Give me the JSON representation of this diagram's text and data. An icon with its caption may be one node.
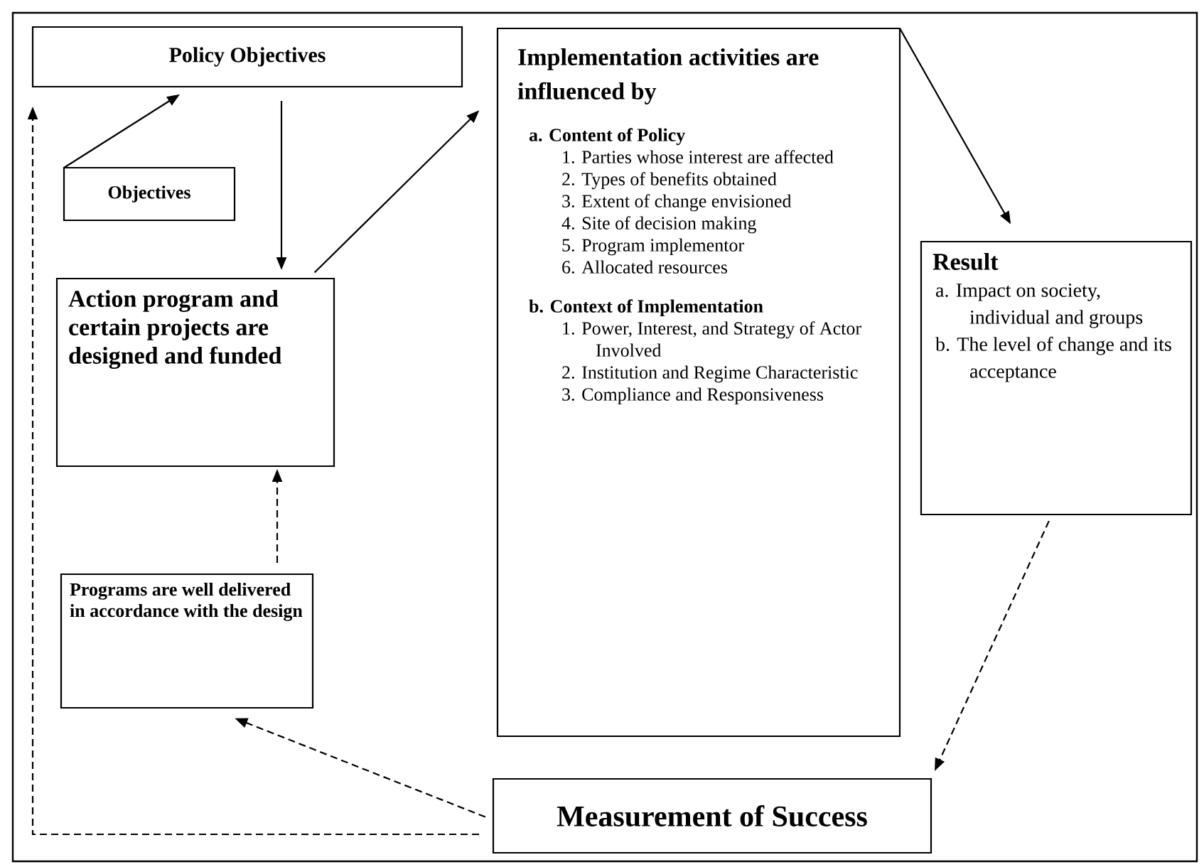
{
  "diagram": {
    "nodes": [
      {
        "text": [
          "Policy Objectives"
        ]
      },
      {
        "text": [
          "Objectives"
        ]
      },
      {
        "text": [
          "Action program and certain projects are designed and funded"
        ]
      },
      {
        "text": [
          "Programs are well delivered in accordance with the design"
        ]
      },
      {
        "text": [
          "Implementation activities are influenced by",
          "a. Content of Policy",
          "1. Parties whose interest are affected",
          "2. Types of benefits obtained",
          "3. Extent of change envisioned",
          "4. Site of decision making",
          "5. Program implementor",
          "6. Allocated resources",
          "b. Context of Implementation",
          "1. Power, Interest, and Strategy of Actor Involved",
          "2. Institution and Regime Characteristic",
          "3. Compliance and Responsiveness"
        ]
      },
      {
        "text": [
          "Result",
          "a. Impact on society, individual and groups",
          "b. The level of change and its acceptance"
        ]
      },
      {
        "text": [
          "Measurement of Success"
        ]
      }
    ],
    "edges": [
      {
        "from": 1,
        "to": 0,
        "arrow": "to"
      },
      {
        "from": 0,
        "to": 2,
        "arrow": "to"
      },
      {
        "from": 2,
        "to": 4,
        "arrow": "to"
      },
      {
        "from": 4,
        "to": 5,
        "arrow": "to"
      },
      {
        "from": 5,
        "to": 6,
        "arrow": "to",
        "style": "dashed"
      },
      {
        "from": 6,
        "to": 3,
        "arrow": "to",
        "style": "dashed"
      },
      {
        "from": 3,
        "to": 2,
        "arrow": "to",
        "style": "dashed"
      },
      {
        "from": 6,
        "to": 0,
        "arrow": "to",
        "style": "dashed"
      }
    ]
  }
}
